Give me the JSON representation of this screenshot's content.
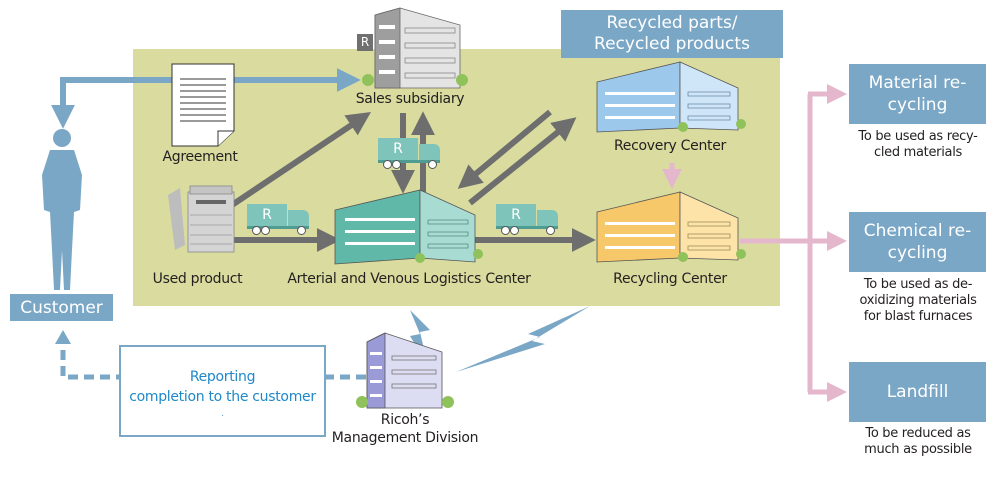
{
  "diagram": {
    "colors": {
      "green_area": "#d9dc9e",
      "blue_box": "#7ba7c7",
      "gray_arrow": "#6e6e6e",
      "pink_arrow": "#e5b7cd",
      "blue_arrow": "#7ba7c7",
      "truck": "#7fc4bb",
      "report_text": "#1e88c8"
    },
    "nodes": {
      "customer": {
        "label": "Customer"
      },
      "agreement": {
        "label": "Agreement"
      },
      "sales_subsidiary": {
        "label": "Sales subsidiary",
        "badge": "R"
      },
      "used_product": {
        "label": "Used product"
      },
      "logistics_center": {
        "label": "Arterial and Venous Logistics Center"
      },
      "recovery_center": {
        "label": "Recovery Center"
      },
      "recycling_center": {
        "label": "Recycling Center"
      },
      "management": {
        "label_line1": "Ricoh’s",
        "label_line2": "Management Division"
      },
      "reporting": {
        "line1": "Reporting",
        "line2": "completion to the customer",
        "dot": "."
      },
      "recycled_parts": {
        "line1": "Recycled parts/",
        "line2": "Recycled products"
      }
    },
    "trucks": [
      {
        "badge": "R"
      },
      {
        "badge": "R"
      },
      {
        "badge": "R"
      }
    ],
    "outcomes": [
      {
        "title_line1": "Material re-",
        "title_line2": "cycling",
        "note_line1": "To be used as recy-",
        "note_line2": "cled materials",
        "note_line3": ""
      },
      {
        "title_line1": "Chemical re-",
        "title_line2": "cycling",
        "note_line1": "To be used as de-",
        "note_line2": "oxidizing materials",
        "note_line3": "for blast furnaces"
      },
      {
        "title_line1": "Landfill",
        "title_line2": "",
        "note_line1": "To be reduced as",
        "note_line2": "much as possible",
        "note_line3": ""
      }
    ]
  }
}
